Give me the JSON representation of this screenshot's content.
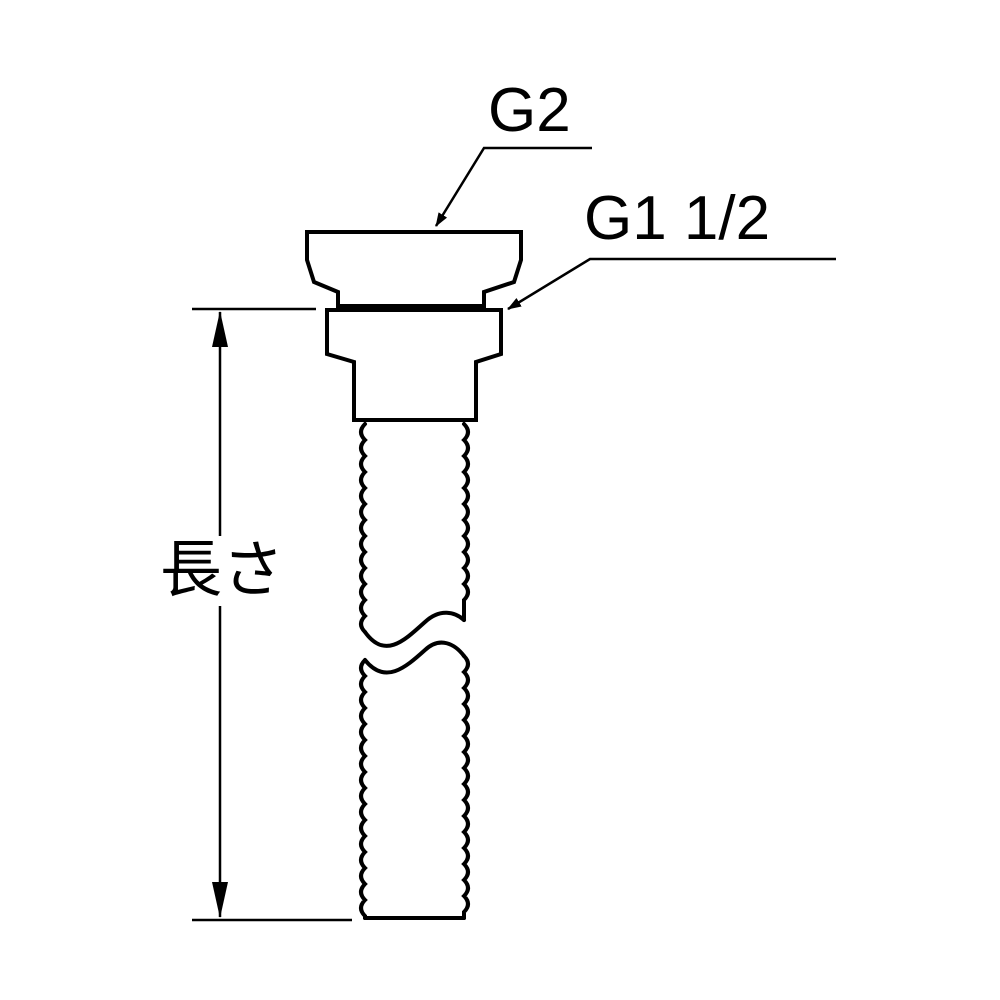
{
  "labels": {
    "outer_thread": "G2",
    "inner_thread": "G1 1/2",
    "length": "長さ"
  },
  "colors": {
    "line": "#000000",
    "background": "#ffffff"
  }
}
